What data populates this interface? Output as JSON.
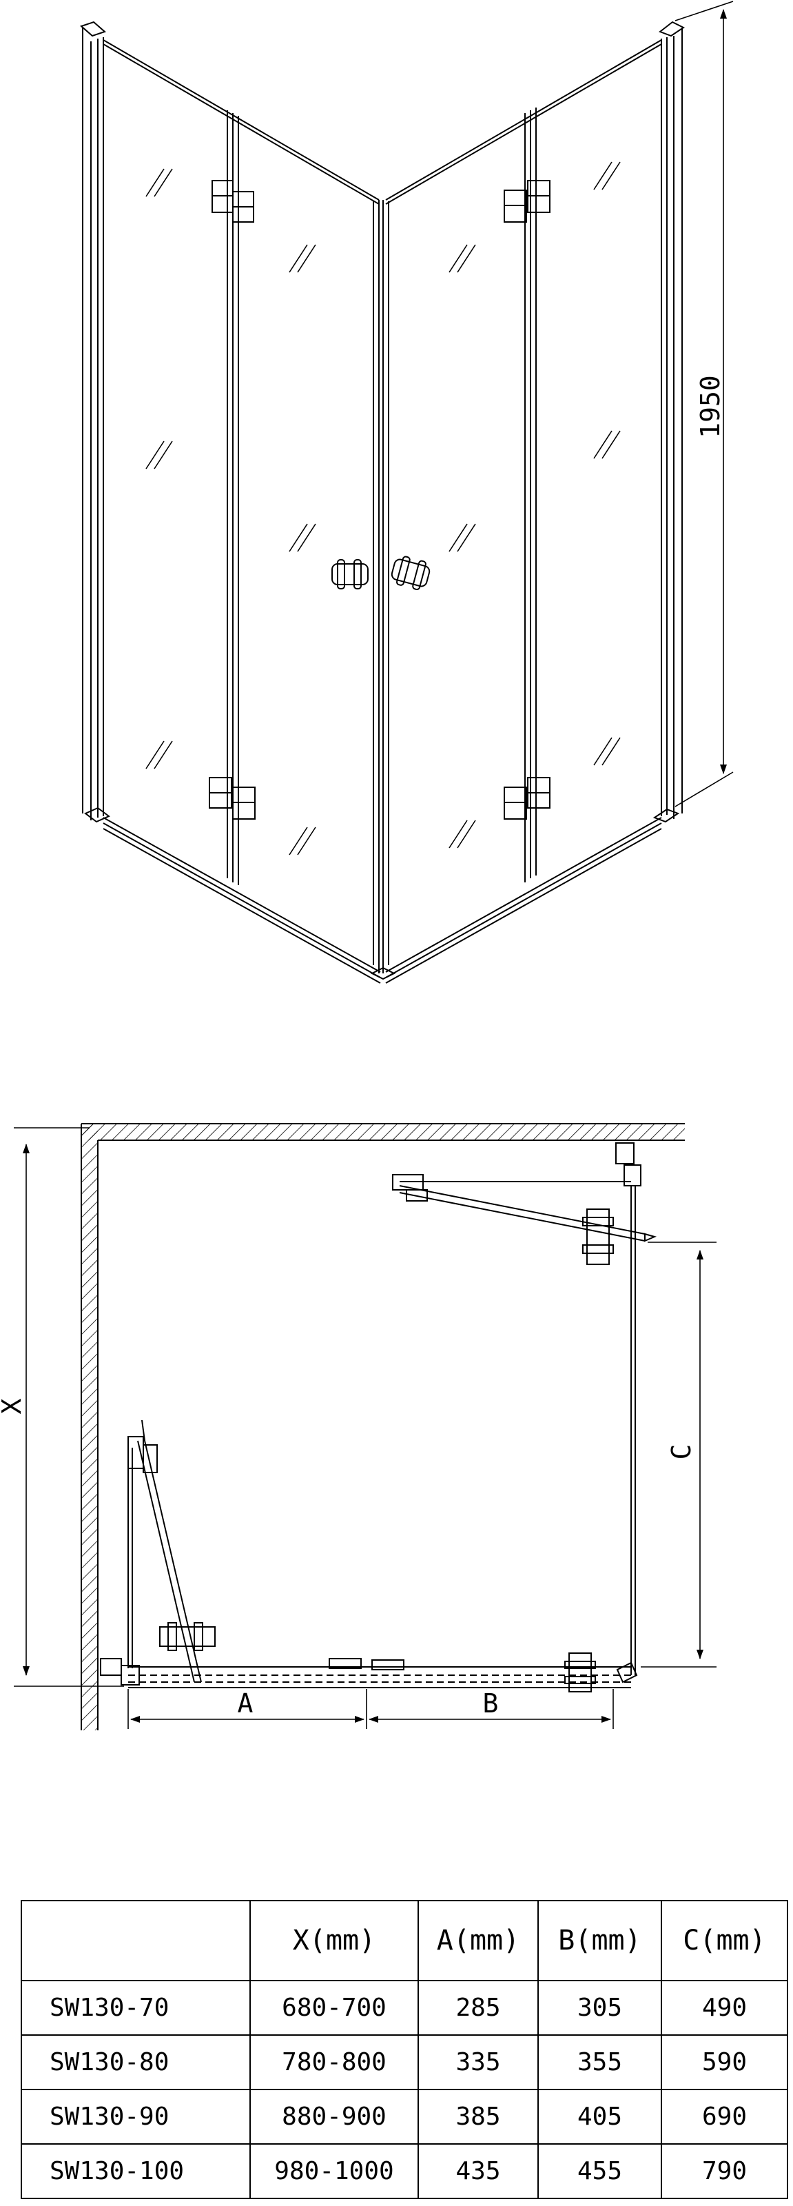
{
  "elevation": {
    "height_label": "1950"
  },
  "plan": {
    "x_label": "X",
    "a_label": "A",
    "b_label": "B",
    "c_label": "C"
  },
  "table": {
    "headers": [
      "",
      "X(mm)",
      "A(mm)",
      "B(mm)",
      "C(mm)"
    ],
    "rows": [
      {
        "model": "SW130-70",
        "x": "680-700",
        "a": "285",
        "b": "305",
        "c": "490"
      },
      {
        "model": "SW130-80",
        "x": "780-800",
        "a": "335",
        "b": "355",
        "c": "590"
      },
      {
        "model": "SW130-90",
        "x": "880-900",
        "a": "385",
        "b": "405",
        "c": "690"
      },
      {
        "model": "SW130-100",
        "x": "980-1000",
        "a": "435",
        "b": "455",
        "c": "790"
      }
    ]
  }
}
